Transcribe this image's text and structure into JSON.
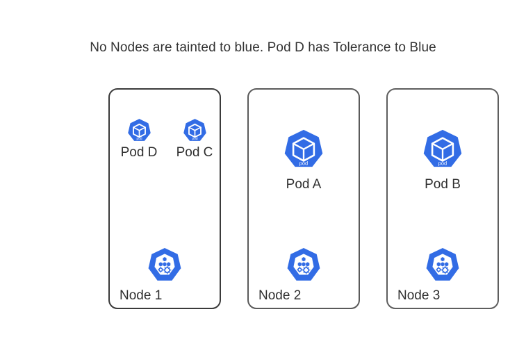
{
  "title": "No Nodes are tainted to blue. Pod D has Tolerance to Blue",
  "colors": {
    "kubernetes_blue": "#326CE5",
    "box_border": "#555555",
    "text": "#2f2f2f",
    "title_text": "#333333",
    "background": "#ffffff"
  },
  "icon_text": {
    "pod_glyph_label": "pod"
  },
  "nodes": [
    {
      "id": "node-1",
      "label": "Node 1",
      "icon": "kubernetes-node-icon",
      "pods": [
        {
          "id": "pod-d",
          "label": "Pod D",
          "icon": "kubernetes-pod-icon",
          "size": "small"
        },
        {
          "id": "pod-c",
          "label": "Pod C",
          "icon": "kubernetes-pod-icon",
          "size": "small"
        }
      ]
    },
    {
      "id": "node-2",
      "label": "Node 2",
      "icon": "kubernetes-node-icon",
      "pods": [
        {
          "id": "pod-a",
          "label": "Pod A",
          "icon": "kubernetes-pod-icon",
          "size": "large"
        }
      ]
    },
    {
      "id": "node-3",
      "label": "Node 3",
      "icon": "kubernetes-node-icon",
      "pods": [
        {
          "id": "pod-b",
          "label": "Pod B",
          "icon": "kubernetes-pod-icon",
          "size": "large"
        }
      ]
    }
  ]
}
